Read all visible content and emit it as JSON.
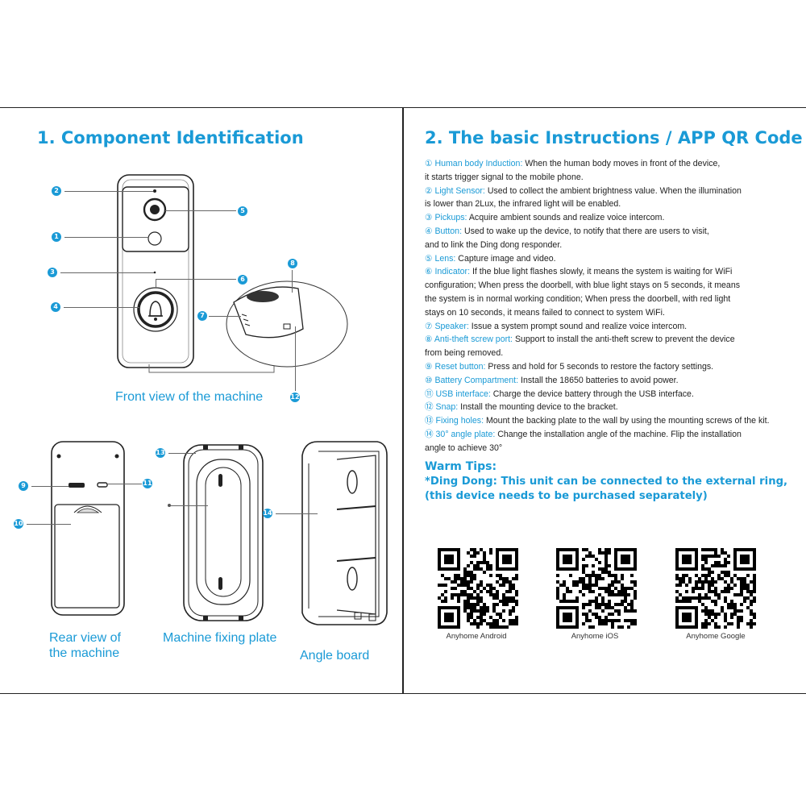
{
  "left": {
    "title": "1. Component Identification",
    "captions": {
      "front": "Front view of the machine",
      "rear_line1": "Rear view of",
      "rear_line2": "the machine",
      "plate": "Machine fixing plate",
      "angle": "Angle board"
    },
    "callouts": {
      "c1": "1",
      "c2": "2",
      "c3": "3",
      "c4": "4",
      "c5": "5",
      "c6": "6",
      "c7": "7",
      "c8": "8",
      "c9": "9",
      "c10": "10",
      "c11": "11",
      "c12": "12",
      "c13": "13",
      "c14": "14"
    }
  },
  "right": {
    "title": "2. The basic Instructions / APP QR Code",
    "items": [
      {
        "term": "① Human body Induction:",
        "text": " When the human body moves in front of the device,"
      },
      {
        "term": "",
        "text": "it starts trigger signal to the mobile phone."
      },
      {
        "term": "② Light Sensor:",
        "text": " Used to collect the ambient brightness value. When the illumination"
      },
      {
        "term": "",
        "text": "is lower than 2Lux, the infrared light will be enabled."
      },
      {
        "term": "③ Pickups:",
        "text": " Acquire ambient sounds and realize voice intercom."
      },
      {
        "term": "④ Button:",
        "text": " Used to wake up the device, to notify that there are users to visit,"
      },
      {
        "term": "",
        "text": "and to link the Ding dong responder."
      },
      {
        "term": "⑤ Lens:",
        "text": " Capture image and video."
      },
      {
        "term": "⑥ Indicator:",
        "text": " If the blue light flashes slowly, it means the system is waiting for WiFi"
      },
      {
        "term": "",
        "text": "configuration; When press the doorbell, with blue light stays on 5 seconds, it means"
      },
      {
        "term": "",
        "text": " the system is in normal working condition; When press the doorbell, with red light"
      },
      {
        "term": "",
        "text": "stays on 10 seconds, it means failed to connect to system WiFi."
      },
      {
        "term": "⑦ Speaker:",
        "text": " Issue a system prompt sound and realize voice intercom."
      },
      {
        "term": "⑧ Anti-theft screw port:",
        "text": " Support to install the anti-theft screw to prevent the device"
      },
      {
        "term": "",
        "text": "from being removed."
      },
      {
        "term": "⑨ Reset button:",
        "text": " Press and hold for 5 seconds to restore the factory settings."
      },
      {
        "term": "⑩ Battery Compartment:",
        "text": " Install the 18650 batteries to avoid power."
      },
      {
        "term": "⑪ USB interface:",
        "text": " Charge the device battery through the USB interface."
      },
      {
        "term": "⑫ Snap:",
        "text": "  Install the mounting device to the bracket."
      },
      {
        "term": "⑬ Fixing holes:",
        "text": "  Mount the backing plate to the wall by using the mounting screws of the kit."
      },
      {
        "term": "⑭ 30° angle plate:",
        "text": " Change the installation angle of the machine. Flip the installation"
      },
      {
        "term": "",
        "text": "angle to achieve 30°"
      }
    ],
    "tips": {
      "title": "Warm Tips:",
      "line1": "*Ding Dong: This unit can be connected to the external ring,",
      "line2": " (this device needs to be purchased separately)"
    },
    "qr": {
      "android": "Anyhome Android",
      "ios": "Anyhome iOS",
      "google": "Anyhome Google"
    }
  },
  "colors": {
    "accent": "#1a9ad6",
    "line": "#222222"
  }
}
